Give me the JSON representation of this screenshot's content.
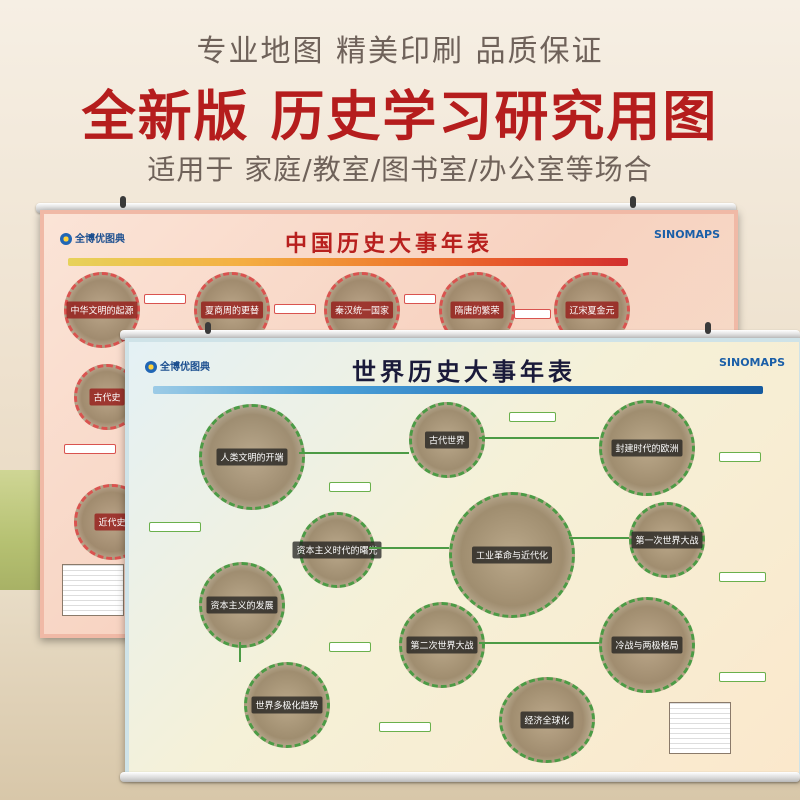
{
  "banner": {
    "tagline": "专业地图  精美印刷  品质保证",
    "headline": "全新版   历史学习研究用图",
    "subline": "适用于 家庭/教室/图书室/办公室等场合"
  },
  "back_poster": {
    "title": "中国历史大事年表",
    "brand_left": "全博优图典",
    "brand_right": "SINOMAPS",
    "nodes": [
      "中华文明的起源",
      "夏商周的更替",
      "秦汉统一国家",
      "隋唐的繁荣",
      "辽宋夏金元",
      "古代史",
      "近代史"
    ]
  },
  "front_poster": {
    "title": "世界历史大事年表",
    "brand_left": "全博优图典",
    "brand_right": "SINOMAPS",
    "nodes": [
      "人类文明的开端",
      "古代世界",
      "封建时代的欧洲",
      "资本主义时代的曙光",
      "工业革命与近代化",
      "第一次世界大战",
      "资本主义的发展",
      "第二次世界大战",
      "冷战与两极格局",
      "世界多极化趋势",
      "经济全球化"
    ]
  },
  "colors": {
    "headline": "#b51d1d",
    "tagline": "#6f625a",
    "back_title": "#b8201e",
    "front_title": "#1a1a3a"
  }
}
